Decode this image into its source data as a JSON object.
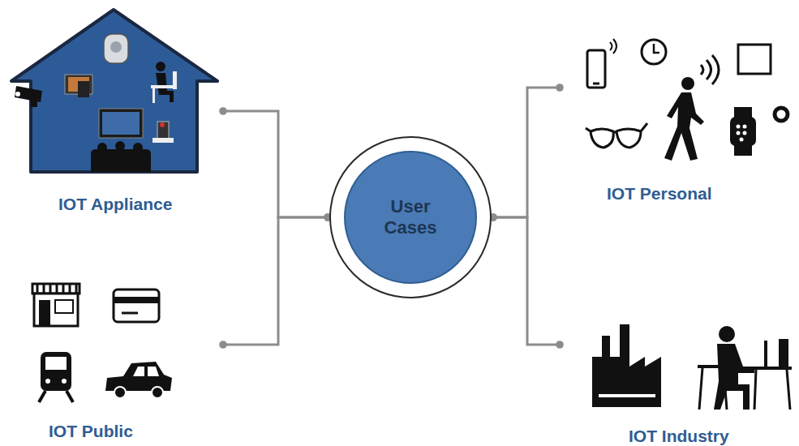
{
  "diagram": {
    "nodes": [
      {
        "text": [
          "IOT Appliance"
        ]
      },
      {
        "text": [
          "IOT Personal"
        ]
      },
      {
        "text": [
          "User Cases"
        ]
      },
      {
        "text": [
          "IOT Public"
        ]
      },
      {
        "text": [
          "IOT Industry"
        ]
      }
    ],
    "edges": [
      {
        "from": 2,
        "to": 0,
        "arrow": "none"
      },
      {
        "from": 2,
        "to": 1,
        "arrow": "none"
      },
      {
        "from": 2,
        "to": 3,
        "arrow": "none"
      },
      {
        "from": 2,
        "to": 4,
        "arrow": "none"
      }
    ]
  }
}
